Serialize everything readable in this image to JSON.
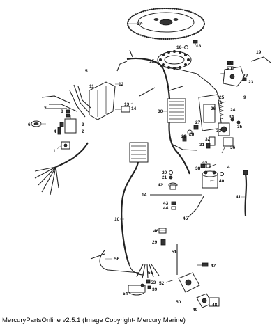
{
  "footer": {
    "caption": "MercuryPartsOnline v2.5.1 (Image Copyright- Mercury Marine)"
  },
  "diagram": {
    "callouts": [
      "17",
      "18",
      "16",
      "19",
      "15",
      "20",
      "21",
      "22",
      "23",
      "5",
      "12",
      "11",
      "9",
      "13",
      "14",
      "10",
      "25",
      "26",
      "24",
      "7",
      "8",
      "6",
      "3",
      "2",
      "4",
      "1",
      "27",
      "28",
      "29",
      "31",
      "30",
      "32",
      "33",
      "34",
      "35",
      "36",
      "37",
      "38",
      "39",
      "40",
      "41",
      "42",
      "43",
      "44",
      "45",
      "46",
      "47",
      "48",
      "49",
      "50",
      "51",
      "52",
      "53",
      "54",
      "55",
      "56"
    ]
  }
}
